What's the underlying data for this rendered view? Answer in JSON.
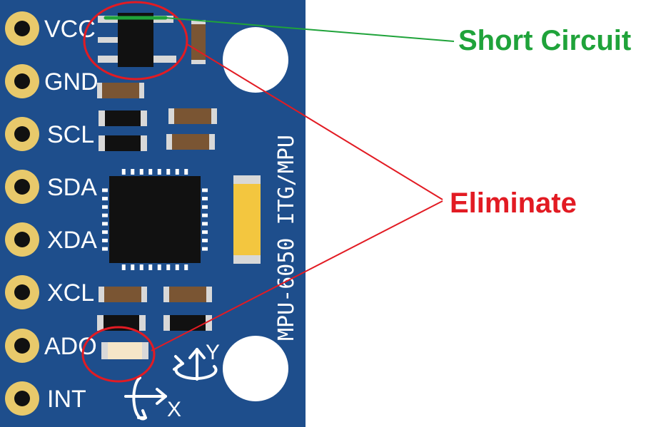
{
  "pins": [
    "VCC",
    "GND",
    "SCL",
    "SDA",
    "XDA",
    "XCL",
    "ADO",
    "INT"
  ],
  "board_text": "MPU-6050 ITG/MPU",
  "axis_x": "X",
  "axis_y": "Y",
  "callouts": {
    "short_circuit": "Short Circuit",
    "eliminate": "Eliminate"
  },
  "colors": {
    "board": "#1e4e8c",
    "pad": "#e8c96b",
    "chip": "#111111",
    "resistor": "#7a5533",
    "cap_yellow": "#f3c63f",
    "short": "#1fa33a",
    "eliminate": "#e21b23"
  }
}
